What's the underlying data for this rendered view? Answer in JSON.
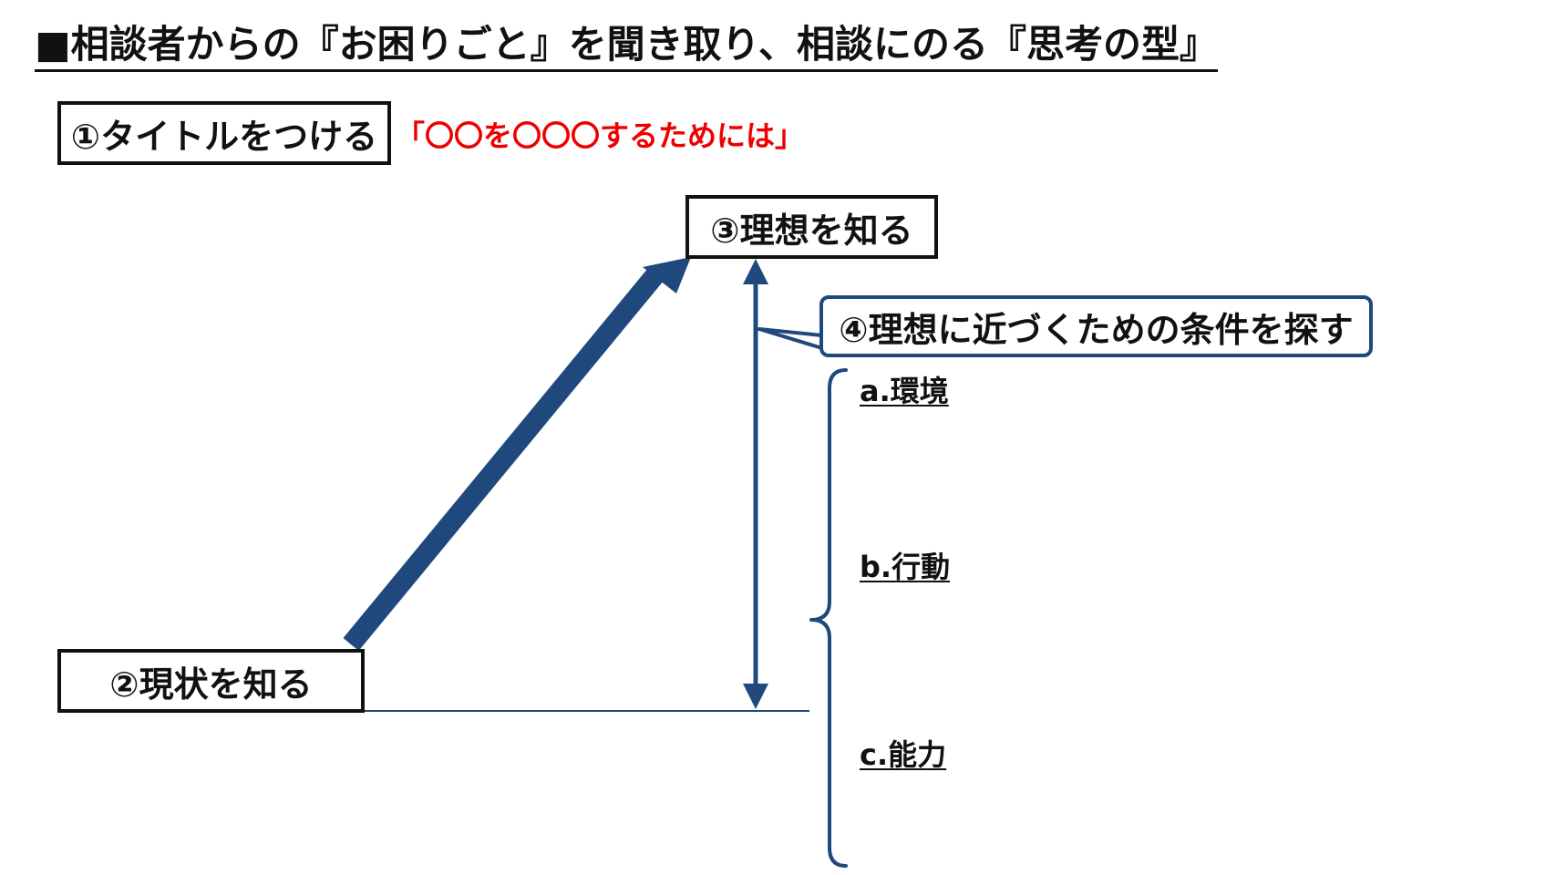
{
  "title": "■相談者からの『お困りごと』を聞き取り、相談にのる『思考の型』",
  "steps": {
    "title_step": "①タイトルをつける",
    "title_hint": "「〇〇を〇〇〇するためには」",
    "current": "②現状を知る",
    "ideal": "③理想を知る",
    "conditions": "④理想に近づくための条件を探す"
  },
  "conditions": [
    {
      "label": "a.環境"
    },
    {
      "label": "b.行動"
    },
    {
      "label": "c.能力"
    }
  ],
  "colors": {
    "accent": "#1f497d",
    "hint": "#ee0000",
    "text": "#111111"
  }
}
